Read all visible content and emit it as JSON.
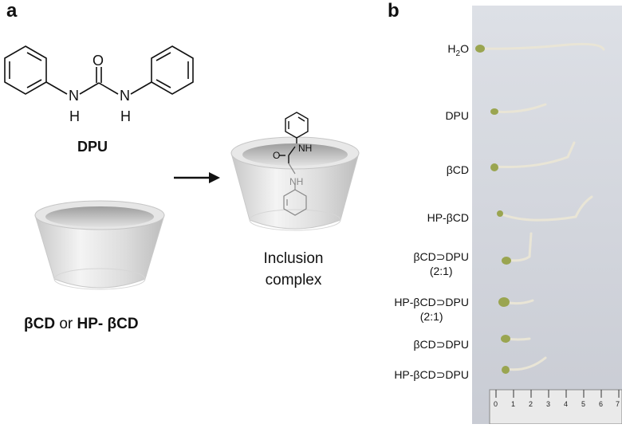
{
  "panel_a": {
    "letter": "a",
    "molecule_label": "DPU",
    "molecule_atoms": {
      "oxygen": "O",
      "nitrogen_hydrogen_left": "N",
      "h_left": "H",
      "nitrogen_hydrogen_right": "N",
      "h_right": "H"
    },
    "complex_atoms": {
      "nh_top": "NH",
      "o": "O",
      "nh_bottom": "NH"
    },
    "host_label_part1": "βCD",
    "host_label_or": " or ",
    "host_label_part2": "HP- βCD",
    "inclusion_line1": "Inclusion",
    "inclusion_line2": "complex"
  },
  "panel_b": {
    "letter": "b",
    "samples": [
      {
        "line1": "H",
        "sub": "2",
        "tail": "O",
        "line2": ""
      },
      {
        "line1": "DPU",
        "line2": ""
      },
      {
        "line1": "βCD",
        "line2": ""
      },
      {
        "line1": "HP-βCD",
        "line2": ""
      },
      {
        "line1": "βCD⊃DPU",
        "line2": "(2:1)"
      },
      {
        "line1": "HP-βCD⊃DPU",
        "line2": "(2:1)"
      },
      {
        "line1": "βCD⊃DPU",
        "line2": ""
      },
      {
        "line1": "HP-βCD⊃DPU",
        "line2": ""
      }
    ],
    "ruler_ticks": [
      "0",
      "1",
      "2",
      "3",
      "4",
      "5",
      "6",
      "7"
    ]
  }
}
